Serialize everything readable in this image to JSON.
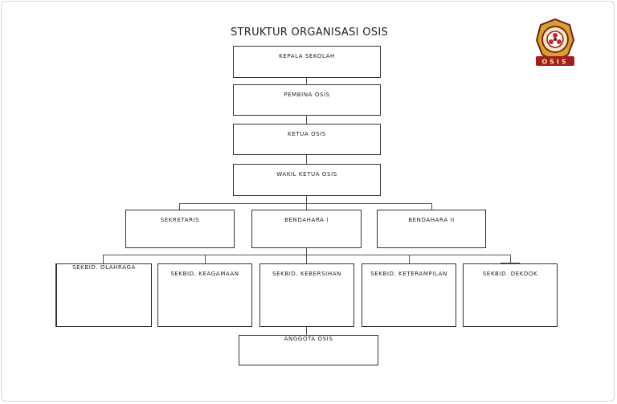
{
  "title": "STRUKTUR ORGANISASI OSIS",
  "logo": {
    "text": "OSIS"
  },
  "nodes": {
    "kepala_sekolah": "KEPALA SEKOLAH",
    "pembina": "PEMBINA  OSIS",
    "ketua": "KETUA OSIS",
    "wakil_ketua": "WAKIL KETUA OSIS",
    "sekretaris": "SEKRETARIS",
    "bendahara_1": "BENDAHARA  I",
    "bendahara_2": "BENDAHARA  II",
    "sekbid_olahraga": "SEKBID. OLAHRAGA",
    "sekbid_keagamaan": "SEKBID. KEAGAMAAN",
    "sekbid_kebersihan": "SEKBID. KEBERSIHAN",
    "sekbid_keterampilan": "SEKBID. KETERAMPILAN",
    "sekbid_dekdok": "SEKBID. DEKDOK",
    "anggota": "ANGGOTA OSIS"
  }
}
